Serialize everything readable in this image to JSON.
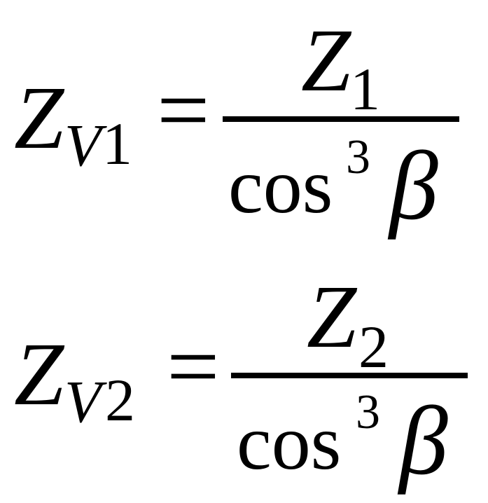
{
  "equations": [
    {
      "lhs_symbol": "Z",
      "lhs_subscript_letter": "V",
      "lhs_subscript_index": "1",
      "relation": "=",
      "numerator_symbol": "Z",
      "numerator_subscript": "1",
      "denominator_function": "cos",
      "denominator_exponent": "3",
      "denominator_variable": "β"
    },
    {
      "lhs_symbol": "Z",
      "lhs_subscript_letter": "V",
      "lhs_subscript_index": "2",
      "relation": "=",
      "numerator_symbol": "Z",
      "numerator_subscript": "2",
      "denominator_function": "cos",
      "denominator_exponent": "3",
      "denominator_variable": "β"
    }
  ]
}
